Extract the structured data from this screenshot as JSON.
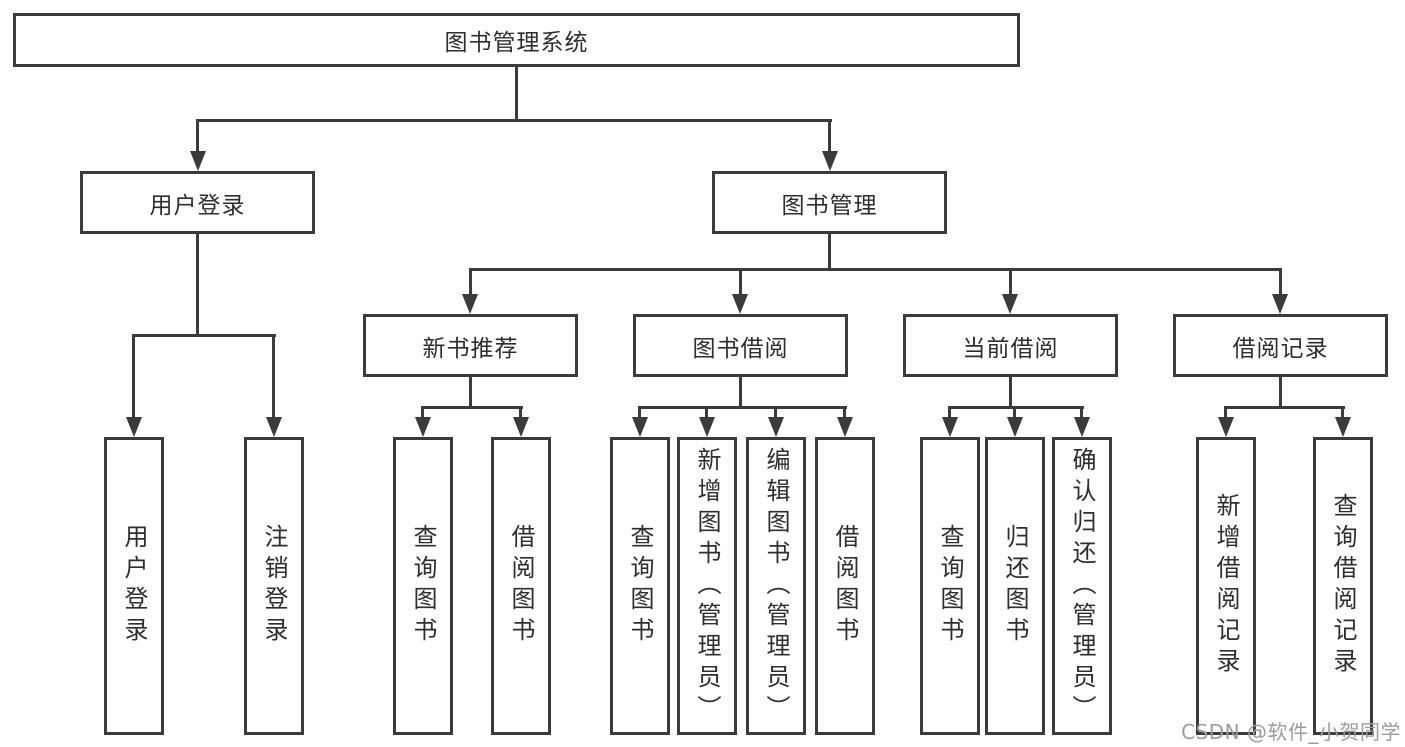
{
  "nodes": {
    "root": {
      "label": "图书管理系统"
    },
    "user_login": {
      "label": "用户登录"
    },
    "book_mgmt": {
      "label": "图书管理"
    },
    "new_book_rec": {
      "label": "新书推荐"
    },
    "book_borrow": {
      "label": "图书借阅"
    },
    "current_borrow": {
      "label": "当前借阅"
    },
    "borrow_record": {
      "label": "借阅记录"
    },
    "leaf_user_login": {
      "label": "用户登录"
    },
    "leaf_logout": {
      "label": "注销登录"
    },
    "leaf_rec_query": {
      "label": "查询图书"
    },
    "leaf_rec_borrow": {
      "label": "借阅图书"
    },
    "leaf_bor_query": {
      "label": "查询图书"
    },
    "leaf_bor_add": {
      "label": "新增图书（管理员）"
    },
    "leaf_bor_edit": {
      "label": "编辑图书（管理员）"
    },
    "leaf_bor_borrow": {
      "label": "借阅图书"
    },
    "leaf_cur_query": {
      "label": "查询图书"
    },
    "leaf_cur_return": {
      "label": "归还图书"
    },
    "leaf_cur_confirm": {
      "label": "确认归还（管理员）"
    },
    "leaf_rcd_add": {
      "label": "新增借阅记录"
    },
    "leaf_rcd_query": {
      "label": "查询借阅记录"
    }
  },
  "watermark": {
    "text": "CSDN @软件_小贺同学"
  },
  "colors": {
    "line": "#3b3b3b",
    "box_fill": "#ffffff",
    "text": "#2e2e2e",
    "watermark": "#9c9c9c",
    "background": "#ffffff"
  }
}
